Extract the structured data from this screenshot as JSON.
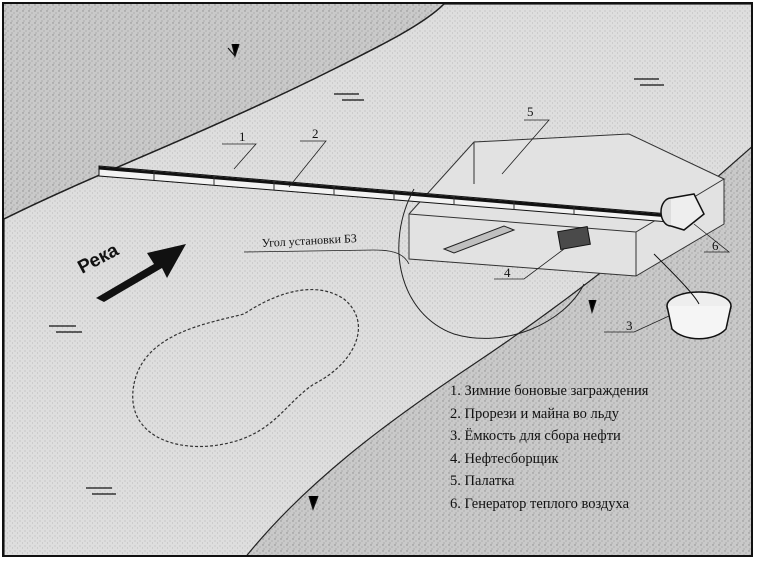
{
  "diagram": {
    "river_label": "Река",
    "boom_angle_label": "Угол установки БЗ",
    "callouts": [
      "1",
      "2",
      "3",
      "4",
      "5",
      "6"
    ],
    "legend": [
      "1. Зимние боновые заграждения",
      "2. Прорези и майна во льду",
      "3. Ёмкость для сбора нефти",
      "4. Нефтесборщик",
      "5. Палатка",
      "6. Генератор теплого воздуха"
    ]
  }
}
